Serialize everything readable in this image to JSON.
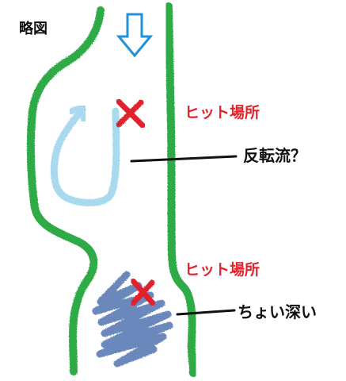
{
  "title": "略図",
  "labels": {
    "hit_spot_1": "ヒット場所",
    "hit_spot_2": "ヒット場所",
    "reverse_flow": "反転流？",
    "slightly_deep": "ちょい深い"
  },
  "colors": {
    "bank": "#2eab47",
    "flow_arrow": "#1f92d8",
    "eddy": "#a9d9ee",
    "marker": "#e0242e",
    "deep_area": "#6b88bb",
    "hit_text": "#e0242e",
    "text": "#111111"
  },
  "icons": {
    "flow_direction": "down-arrow-icon",
    "hit_marker": "x-mark-icon",
    "eddy": "curved-arrow-icon"
  }
}
